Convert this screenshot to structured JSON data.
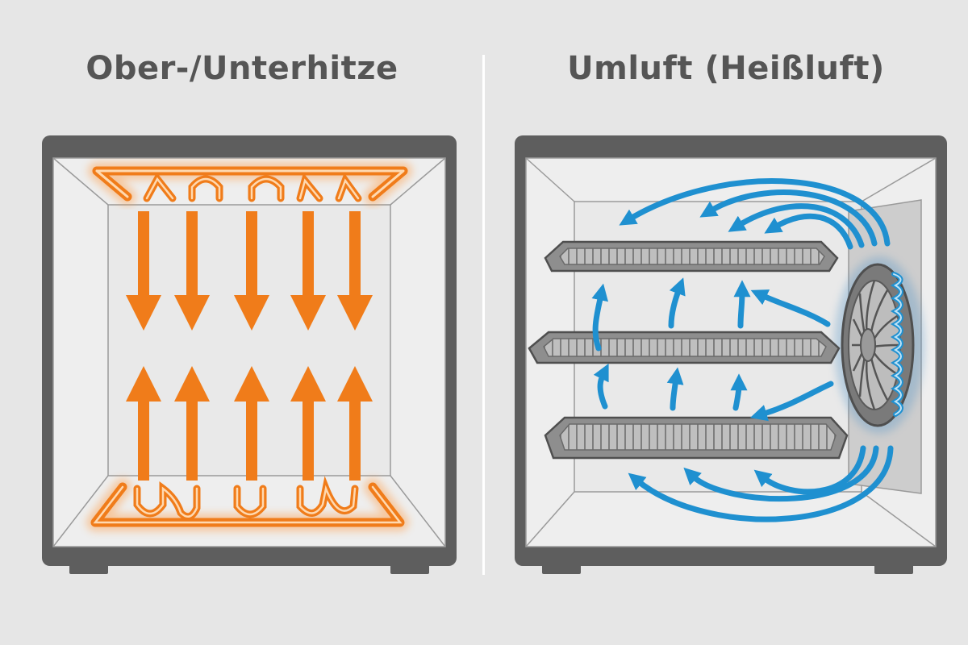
{
  "panels": [
    {
      "title": "Ober-/Unterhitze",
      "mode": "top-bottom-heat",
      "accent_color": "#f07c1a",
      "icons": [
        "heating-element-top",
        "heating-element-bottom",
        "heat-arrow-down",
        "heat-arrow-up"
      ]
    },
    {
      "title": "Umluft (Heißluft)",
      "mode": "convection",
      "accent_color": "#1f90d0",
      "icons": [
        "fan-icon",
        "ring-heating-element",
        "baking-tray",
        "airflow-arrow"
      ]
    }
  ],
  "colors": {
    "background": "#e6e6e6",
    "oven_frame": "#5e5e5e",
    "heat": "#f07c1a",
    "airflow": "#1f90d0"
  }
}
